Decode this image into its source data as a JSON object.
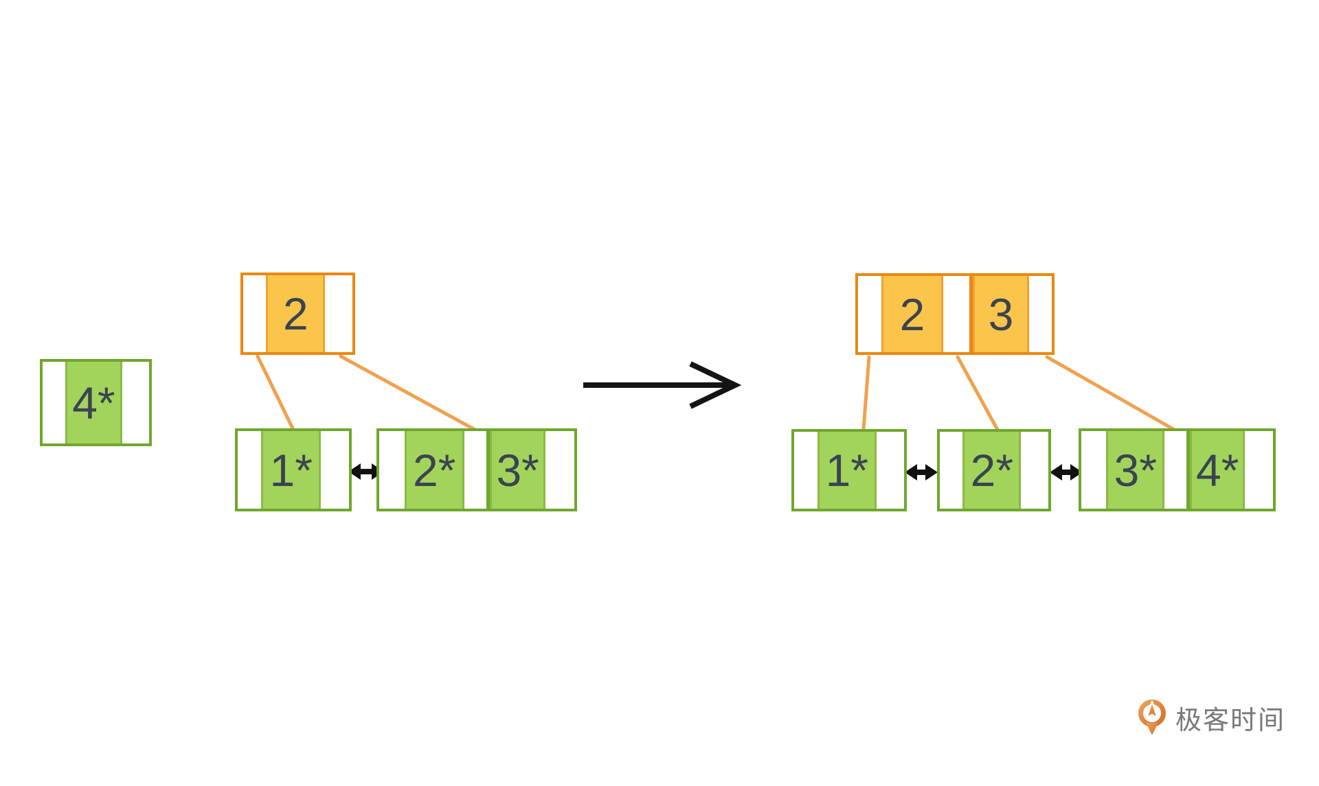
{
  "background": "#ffffff",
  "palette": {
    "green_border": "#6FA72D",
    "green_fill": "#A2D45C",
    "orange_border": "#E9880F",
    "orange_fill": "#FBC44B",
    "connector_line": "#F0A14E",
    "key_text_color": "#3A4450",
    "link_arrow_color": "#111111",
    "logo_text_color": "#76787B",
    "logo_icon_color": "#E2802F"
  },
  "diagram_type": "bplus-tree-insert-split",
  "standalone_leaf": {
    "keys": [
      "4*"
    ]
  },
  "before_tree": {
    "root": {
      "keys": [
        "2"
      ]
    },
    "leaves": [
      {
        "keys": [
          "1*"
        ]
      },
      {
        "keys": [
          "2*",
          "3*"
        ]
      }
    ]
  },
  "after_tree": {
    "root": {
      "keys": [
        "2",
        "3"
      ]
    },
    "leaves": [
      {
        "keys": [
          "1*"
        ]
      },
      {
        "keys": [
          "2*"
        ]
      },
      {
        "keys": [
          "3*",
          "4*"
        ]
      }
    ]
  },
  "watermark": {
    "brand": "极客时间"
  }
}
